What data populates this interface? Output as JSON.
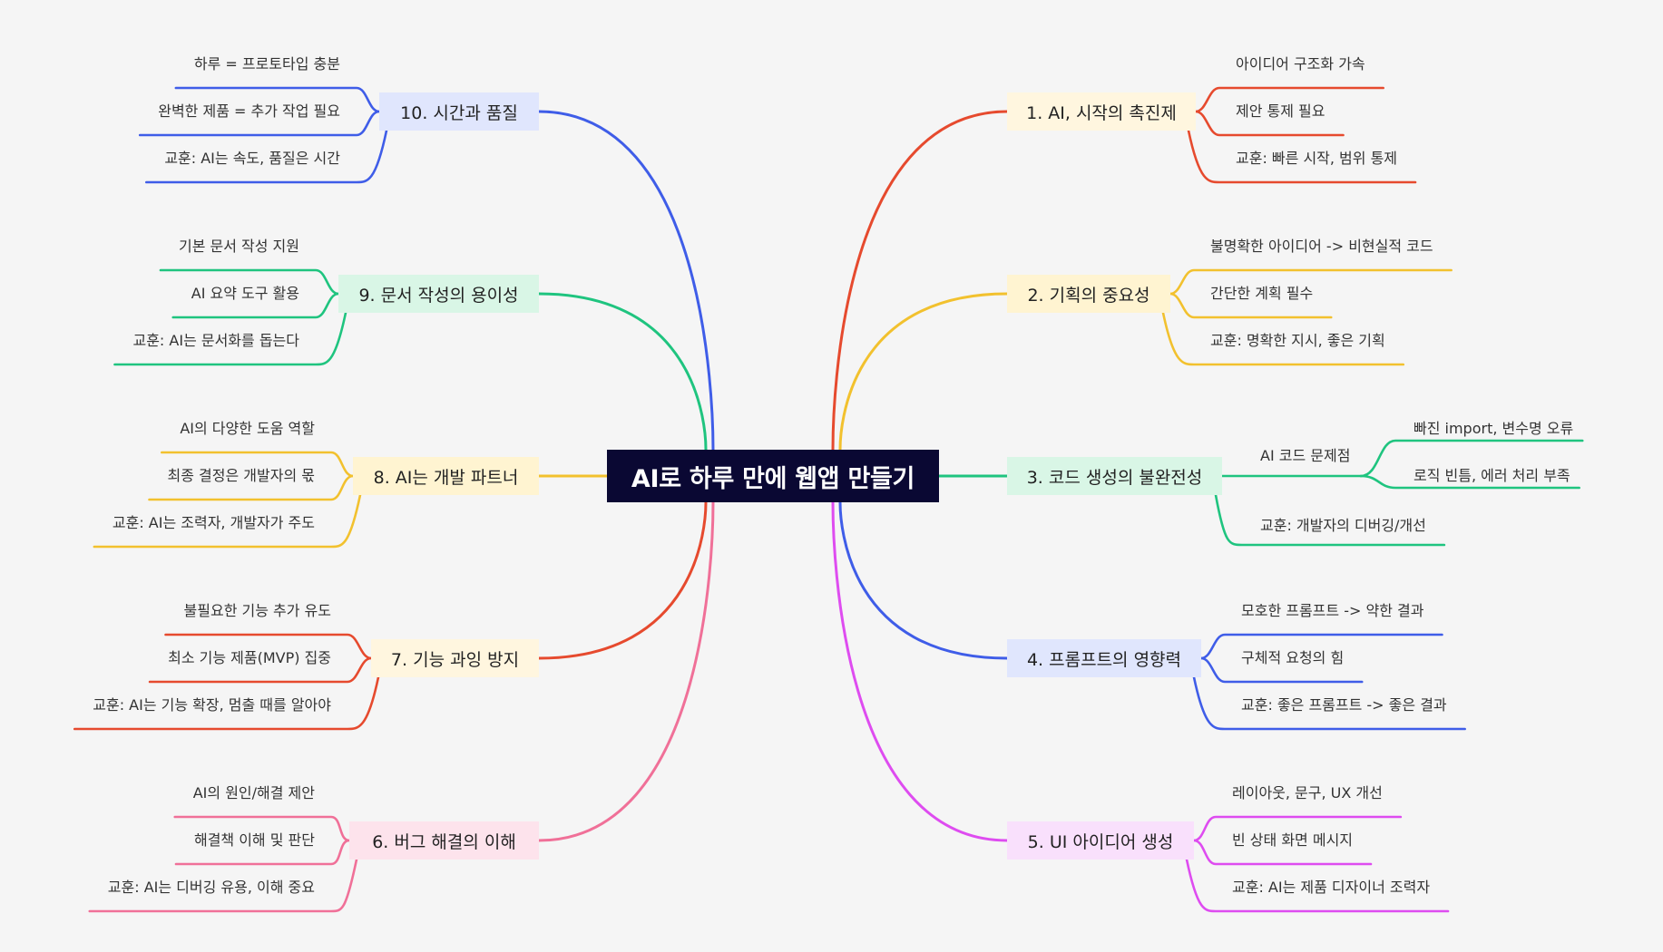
{
  "title": "AI로 하루 만에 웹앱 만들기",
  "branches": [
    {
      "label": "1. AI, 시작의 촉진제",
      "color": "#e64a2e",
      "fill": "#fff6df",
      "children": [
        "아이디어 구조화 가속",
        "제안 통제 필요",
        "교훈: 빠른 시작, 범위 통제"
      ]
    },
    {
      "label": "2. 기획의 중요성",
      "color": "#f2c12e",
      "fill": "#fff4d1",
      "children": [
        "불명확한 아이디어 -> 비현실적 코드",
        "간단한 계획 필수",
        "교훈: 명확한 지시, 좋은 기획"
      ]
    },
    {
      "label": "3. 코드 생성의 불완전성",
      "color": "#1fc47f",
      "fill": "#d9f6e6",
      "children": [
        {
          "label": "AI 코드 문제점",
          "children": [
            "빠진 import, 변수명 오류",
            "로직 빈틈, 에러 처리 부족"
          ]
        },
        "교훈: 개발자의 디버깅/개선"
      ]
    },
    {
      "label": "4. 프롬프트의 영향력",
      "color": "#3f5de8",
      "fill": "#e0e6fd",
      "children": [
        "모호한 프롬프트 -> 약한 결과",
        "구체적 요청의 힘",
        "교훈: 좋은 프롬프트 -> 좋은 결과"
      ]
    },
    {
      "label": "5. UI 아이디어 생성",
      "color": "#de4cf0",
      "fill": "#f9e0fc",
      "children": [
        "레이아웃, 문구, UX 개선",
        "빈 상태 화면 메시지",
        "교훈: AI는 제품 디자이너 조력자"
      ]
    },
    {
      "label": "6. 버그 해결의 이해",
      "color": "#f07098",
      "fill": "#fde3ec",
      "children": [
        "AI의 원인/해결 제안",
        "해결책 이해 및 판단",
        "교훈: AI는 디버깅 유용, 이해 중요"
      ]
    },
    {
      "label": "7. 기능 과잉 방지",
      "color": "#e64a2e",
      "fill": "#fff6df",
      "children": [
        "불필요한 기능 추가 유도",
        "최소 기능 제품(MVP) 집중",
        "교훈: AI는 기능 확장, 멈출 때를 알아야"
      ]
    },
    {
      "label": "8. AI는 개발 파트너",
      "color": "#f2c12e",
      "fill": "#fff4d1",
      "children": [
        "AI의 다양한 도움 역할",
        "최종 결정은 개발자의 몫",
        "교훈: AI는 조력자, 개발자가 주도"
      ]
    },
    {
      "label": "9. 문서 작성의 용이성",
      "color": "#1fc47f",
      "fill": "#d9f6e6",
      "children": [
        "기본 문서 작성 지원",
        "AI 요약 도구 활용",
        "교훈: AI는 문서화를 돕는다"
      ]
    },
    {
      "label": "10. 시간과 품질",
      "color": "#3f5de8",
      "fill": "#e0e6fd",
      "children": [
        "하루 = 프로토타입 충분",
        "완벽한 제품 = 추가 작업 필요",
        "교훈: AI는 속도, 품질은 시간"
      ]
    }
  ]
}
